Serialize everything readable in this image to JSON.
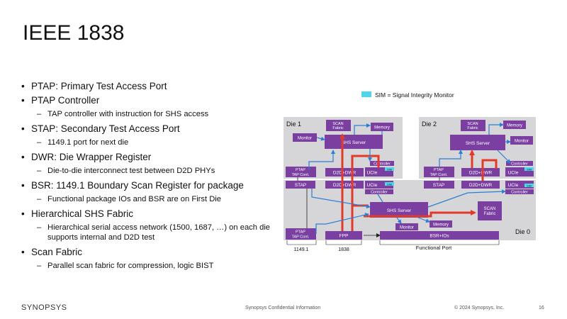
{
  "title": "IEEE 1838",
  "bullets": [
    {
      "text": "PTAP: Primary Test Access Port",
      "subs": []
    },
    {
      "text": "PTAP Controller",
      "subs": [
        "TAP controller with instruction for SHS access"
      ]
    },
    {
      "text": "STAP: Secondary Test Access Port",
      "subs": [
        "1149.1 port for next die"
      ]
    },
    {
      "text": "DWR: Die Wrapper Register",
      "subs": [
        "Die-to-die interconnect test between D2D PHYs"
      ]
    },
    {
      "text": "BSR: 1149.1 Boundary Scan Register for package",
      "subs": [
        "Functional package IOs and BSR are on First Die"
      ]
    },
    {
      "text": "Hierarchical SHS Fabric",
      "subs": [
        "Hierarchical serial access network (1500, 1687, …) on each die supports internal and D2D test"
      ]
    },
    {
      "text": "Scan Fabric",
      "subs": [
        "Parallel scan fabric for compression, logic BIST"
      ]
    }
  ],
  "legend": {
    "label": "SIM = Signal Integrity Monitor",
    "color": "#4fd6ea"
  },
  "colors": {
    "die_bg": "#d6d6d8",
    "block": "#7a3fa0",
    "arrow_blue": "#2a7fd4",
    "arrow_red": "#e23a2a"
  },
  "diagram": {
    "die1": {
      "label": "Die 1",
      "scan_fabric": "SCAN Fabric",
      "memory": "Memory",
      "monitor": "Monitor",
      "shs_server": "SHS Server",
      "controller": "Controller",
      "sim": "SIM",
      "ptap": "PTAP TAP Cont.",
      "d2d_dwr": "D2D+DWR",
      "ucie": "UCIe"
    },
    "die2": {
      "label": "Die 2",
      "scan_fabric": "SCAN Fabric",
      "memory": "Memory",
      "monitor": "Monitor",
      "shs_server": "SHS Server",
      "controller": "Controller",
      "sim": "SIM",
      "ptap": "PTAP TAP Cont.",
      "d2d_dwr": "D2D+DWR",
      "ucie": "UCIe"
    },
    "die0": {
      "label": "Die 0",
      "stap": "STAP",
      "d2d_dwr": "D2D+DWR",
      "stap2": "STAP",
      "d2d_dwr2": "D2D+DWR",
      "ucie": "UCIe",
      "sim": "SIM",
      "controller": "Controller",
      "ucie2": "UCIe",
      "sim2": "SIM",
      "controller2": "Controller",
      "shs_server": "SHS Server",
      "scan_fabric": "SCAN Fabric",
      "monitor": "Monitor",
      "memory": "Memory",
      "ptap": "PTAP TAP Cont.",
      "fpp": "FPP",
      "bsr": "BSR+IOs"
    },
    "bottom_labels": {
      "p1": "1149.1",
      "p2": "1838",
      "p3": "Functional Port"
    }
  },
  "footer": {
    "logo": "SYNOPSYS",
    "center": "Synopsys Confidential Information",
    "copyright": "© 2024 Synopsys, Inc.",
    "page": "16"
  }
}
